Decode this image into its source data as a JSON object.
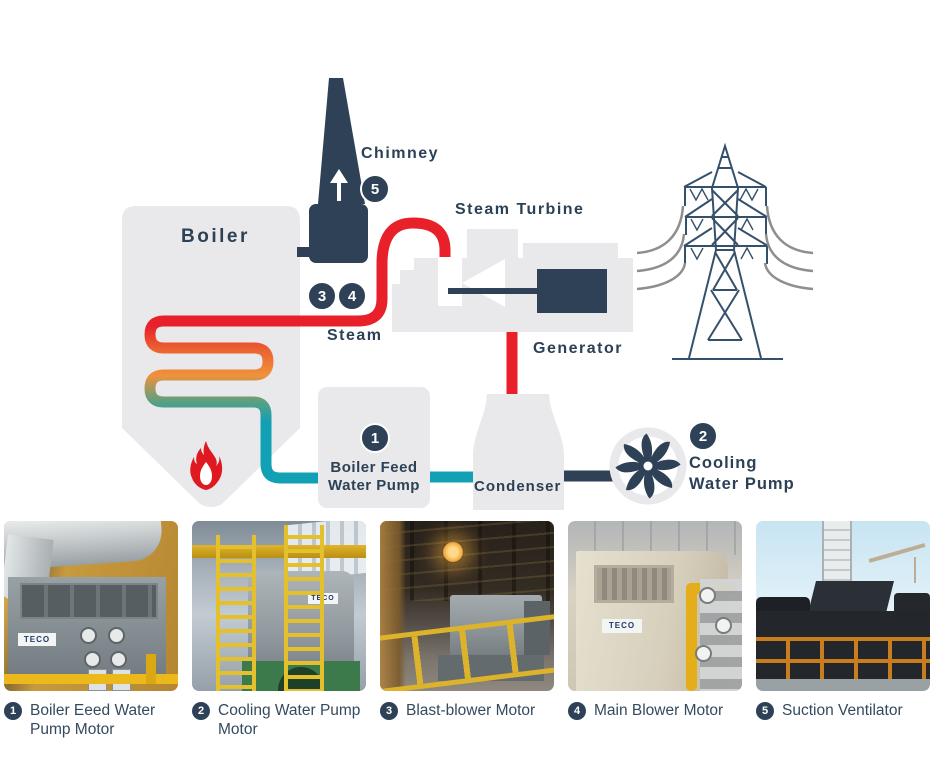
{
  "diagram": {
    "labels": {
      "boiler": "Boiler",
      "chimney": "Chimney",
      "steam_turbine": "Steam Turbine",
      "steam": "Steam",
      "generator": "Generator",
      "condenser": "Condenser",
      "feed_pump_line1": "Boiler Feed",
      "feed_pump_line2": "Water Pump",
      "cooling_pump_line1": "Cooling",
      "cooling_pump_line2": "Water Pump"
    },
    "markers": {
      "feed_pump": "1",
      "cooling_pump": "2",
      "steam_a": "3",
      "steam_b": "4",
      "chimney": "5"
    },
    "colors": {
      "navy": "#2e4156",
      "red": "#e8202a",
      "teal": "#12a0b5",
      "orange": "#f0913c",
      "light_gray": "#e9e9eb",
      "wire_gray": "#8e8e8e"
    }
  },
  "gallery": {
    "items": [
      {
        "number": "1",
        "caption": "Boiler Eeed Water Pump Motor",
        "equipment_label": "TECO",
        "scene": "gray motor with silver duct in amber-lit plant hall"
      },
      {
        "number": "2",
        "caption": "Cooling Water Pump Motor",
        "equipment_label": "TECO",
        "scene": "gray motor with yellow cage ladders and green base in machine hall"
      },
      {
        "number": "3",
        "caption": "Blast-blower Motor",
        "scene": "gray motor behind yellow railing under dark beamed ceiling with lamp"
      },
      {
        "number": "4",
        "caption": "Main Blower Motor",
        "equipment_label": "TECO",
        "scene": "beige motor with vent grille and yellow piping"
      },
      {
        "number": "5",
        "caption": "Suction Ventilator",
        "scene": "black outdoor unit with cranes, sky and orange railing"
      }
    ]
  }
}
